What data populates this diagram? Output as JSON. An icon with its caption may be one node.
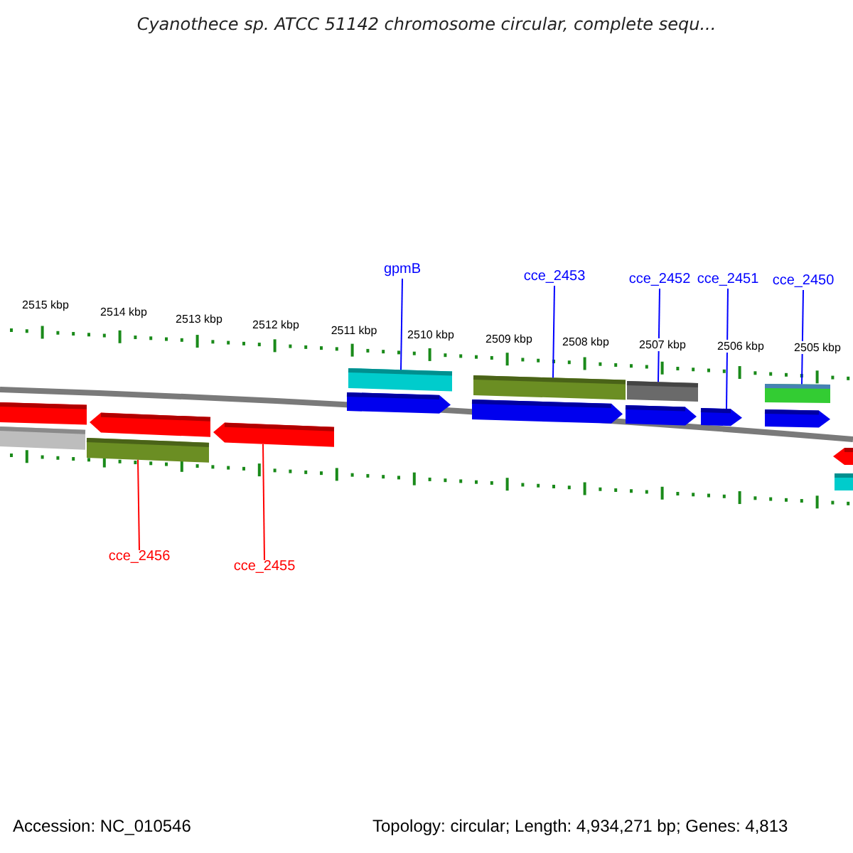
{
  "diagram": {
    "title": "Cyanothece sp. ATCC 51142 chromosome circular, complete sequ...",
    "nodes": [
      {
        "text": [
          "gpmB"
        ]
      },
      {
        "text": [
          "cce_2453"
        ]
      },
      {
        "text": [
          "cce_2452"
        ]
      },
      {
        "text": [
          "cce_2451"
        ]
      },
      {
        "text": [
          "cce_2450"
        ]
      },
      {
        "text": [],
        "shape": "bar"
      },
      {
        "text": [],
        "shape": "bar"
      },
      {
        "text": [],
        "shape": "bar"
      },
      {
        "text": [],
        "shape": "bar"
      },
      {
        "text": [],
        "shape": "bar"
      },
      {
        "text": [],
        "shape": "bar"
      },
      {
        "text": [],
        "shape": "bar"
      },
      {
        "text": [
          "cce_2456"
        ]
      },
      {
        "text": [
          "cce_2455"
        ]
      },
      {
        "text": [],
        "shape": "bar"
      },
      {
        "text": [],
        "shape": "bar"
      },
      {
        "text": [],
        "shape": "bar"
      },
      {
        "text": [],
        "shape": "bar"
      },
      {
        "text": [],
        "shape": "bar"
      },
      {
        "text": [],
        "shape": "bar"
      },
      {
        "text": [],
        "shape": "bar"
      },
      {
        "text": [],
        "shape": "bar"
      },
      {
        "text": [],
        "shape": "bar"
      }
    ],
    "edges": [
      {
        "from": 0,
        "to": 5,
        "arrow": "none"
      },
      {
        "from": 1,
        "to": 6,
        "arrow": "none"
      },
      {
        "from": 2,
        "to": 7,
        "arrow": "none"
      },
      {
        "from": 3,
        "to": 8,
        "arrow": "none"
      },
      {
        "from": 4,
        "to": 9,
        "arrow": "none"
      },
      {
        "from": 12,
        "to": 10,
        "arrow": "none",
        "color": "#ff0000"
      },
      {
        "from": 13,
        "to": 11,
        "arrow": "none",
        "color": "#ff0000"
      }
    ],
    "labels": [
      "2515 kbp",
      "2514 kbp",
      "2513 kbp",
      "2512 kbp",
      "2511 kbp",
      "2510 kbp",
      "2509 kbp",
      "2508 kbp",
      "2507 kbp",
      "2506 kbp",
      "2505 kbp",
      "Accession: NC_010546",
      "Topology: circular; Length: 4,934,271 bp; Genes: 4,813"
    ]
  }
}
